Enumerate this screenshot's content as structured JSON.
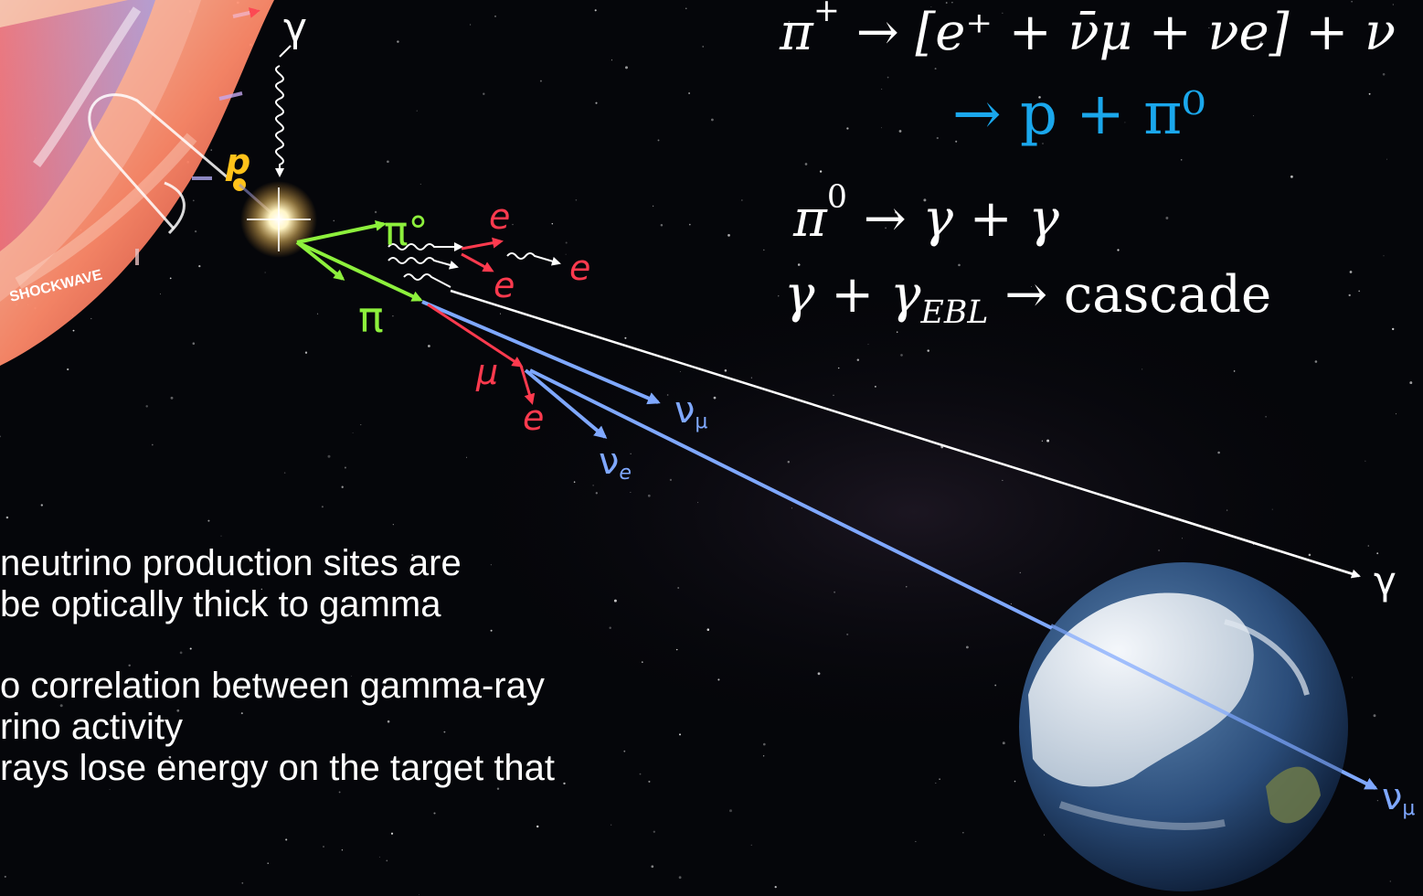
{
  "colors": {
    "background": "#05060a",
    "pion": "#8df03c",
    "lepton": "#ff3a4e",
    "neutrino": "#7fa8ff",
    "gamma_line": "#ffffff",
    "equation_highlight": "#1aa7ec"
  },
  "diagram": {
    "labels": {
      "gamma_top": "γ",
      "proton": "p",
      "pi0": "π°",
      "pi_charged": "π",
      "electron_1": "e",
      "electron_2": "e",
      "electron_3": "e",
      "muon": "μ",
      "electron_from_muon": "e",
      "nu_mu": "ν",
      "nu_mu_sub": "μ",
      "nu_e": "ν",
      "nu_e_sub": "e",
      "shockwave": "SHOCKWAVE",
      "gamma_earth": "γ",
      "nu_mu_earth": "ν",
      "nu_mu_earth_sub": "μ"
    }
  },
  "equations": {
    "eq1": {
      "pi": "π",
      "sup_plus": "+",
      "arrow": "→",
      "content": "[e⁺ + ν̄μ + νe] + ν"
    },
    "eq2": "→ p + π⁰",
    "eq3": {
      "pi": "π",
      "sup": "0",
      "rest": "→ γ + γ"
    },
    "eq4": {
      "gamma": "γ + γ",
      "sub": "EBL",
      "rest": "→ cascade"
    }
  },
  "text": {
    "lines": [
      "neutrino production sites are",
      "be optically thick to gamma",
      "",
      "o correlation between gamma-ray",
      "rino activity",
      "rays lose energy on the target that"
    ]
  }
}
